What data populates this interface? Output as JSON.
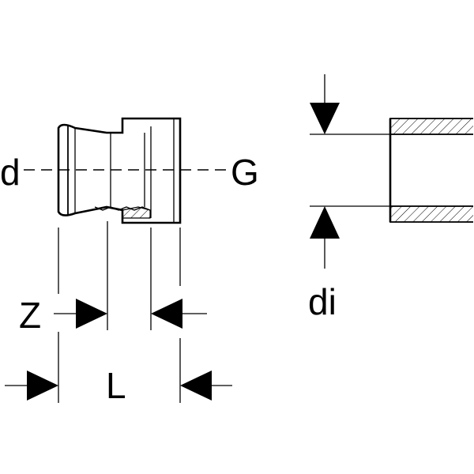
{
  "labels": {
    "d": "d",
    "G": "G",
    "Z": "Z",
    "L": "L",
    "di": "di"
  },
  "colors": {
    "line": "#000000",
    "background": "#ffffff"
  }
}
